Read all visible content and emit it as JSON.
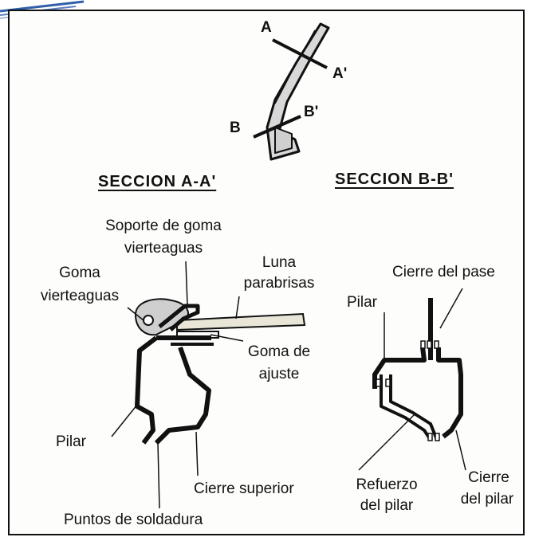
{
  "diagram": {
    "section_markers": {
      "a": "A",
      "a_prime": "A'",
      "b": "B",
      "b_prime": "B'"
    },
    "titles": {
      "section_a": "SECCION  A-A'",
      "section_b": "SECCION  B-B'"
    },
    "section_a_labels": {
      "soporte_line1": "Soporte de goma",
      "soporte_line2": "vierteaguas",
      "goma_line1": "Goma",
      "goma_line2": "vierteaguas",
      "luna_line1": "Luna",
      "luna_line2": "parabrisas",
      "ajuste_line1": "Goma de",
      "ajuste_line2": "ajuste",
      "pilar": "Pilar",
      "cierre_superior": "Cierre superior",
      "puntos": "Puntos de soldadura"
    },
    "section_b_labels": {
      "cierre_pase": "Cierre del pase",
      "pilar": "Pilar",
      "refuerzo_line1": "Refuerzo",
      "refuerzo_line2": "del pilar",
      "cierre_pilar_line1": "Cierre",
      "cierre_pilar_line2": "del pilar"
    },
    "colors": {
      "ink": "#111111",
      "frame": "#111111",
      "accent": "#2f5fa8"
    }
  }
}
